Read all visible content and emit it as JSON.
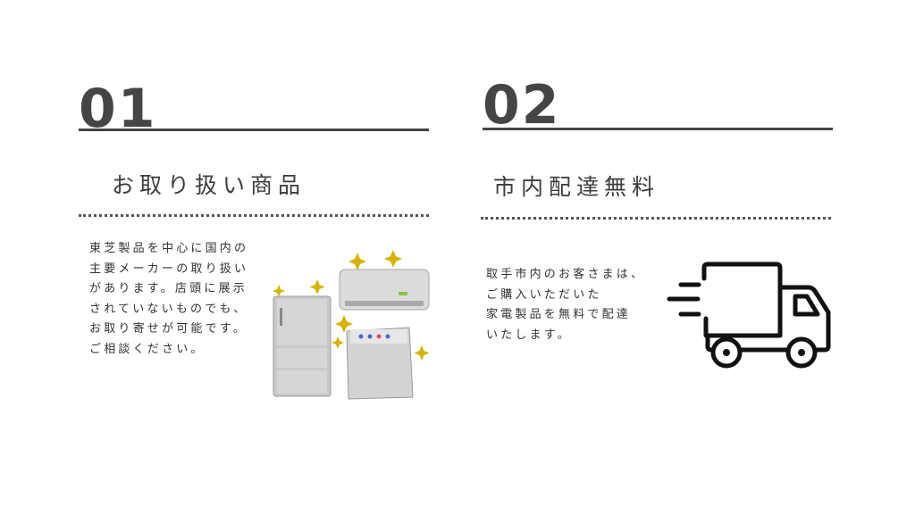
{
  "sections": [
    {
      "number": "01",
      "heading": "お取り扱い商品",
      "lines": [
        "東芝製品を中心に国内の",
        "主要メーカーの取り扱い",
        "があります。店頭に展示",
        "されていないものでも、",
        "お取り寄せが可能です。",
        "ご相談ください。"
      ],
      "icon": "home-appliances-icon"
    },
    {
      "number": "02",
      "heading": "市内配達無料",
      "lines": [
        "取手市内のお客さまは、",
        "ご購入いただいた",
        "家電製品を無料で配達",
        "いたします。"
      ],
      "icon": "delivery-truck-icon"
    }
  ]
}
